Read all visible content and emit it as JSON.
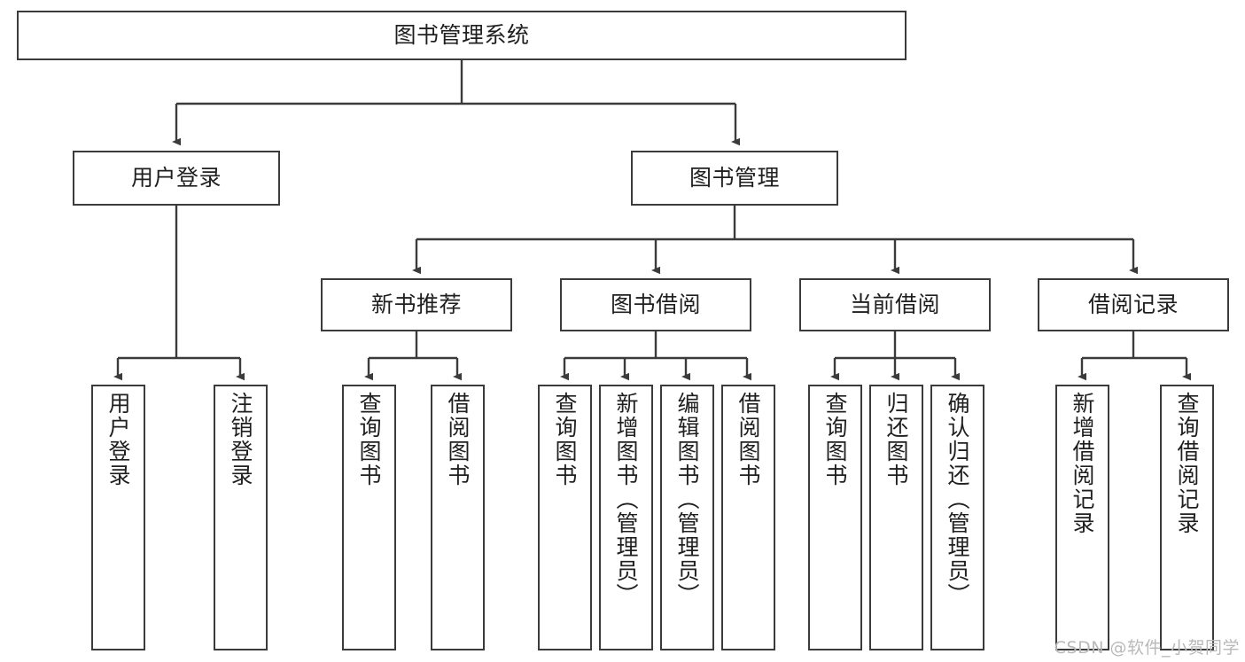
{
  "diagram": {
    "title": "图书管理系统",
    "watermark": "CSDN @软件_小贺同学",
    "root": {
      "label": "图书管理系统"
    },
    "level2": [
      {
        "label": "用户登录"
      },
      {
        "label": "图书管理"
      }
    ],
    "level3": [
      {
        "label": "新书推荐"
      },
      {
        "label": "图书借阅"
      },
      {
        "label": "当前借阅"
      },
      {
        "label": "借阅记录"
      }
    ],
    "leaves": [
      {
        "label": "用户登录"
      },
      {
        "label": "注销登录"
      },
      {
        "label": "查询图书"
      },
      {
        "label": "借阅图书"
      },
      {
        "label": "查询图书"
      },
      {
        "label": "新增图书（管理员）"
      },
      {
        "label": "编辑图书（管理员）"
      },
      {
        "label": "借阅图书"
      },
      {
        "label": "查询图书"
      },
      {
        "label": "归还图书"
      },
      {
        "label": "确认归还（管理员）"
      },
      {
        "label": "新增借阅记录"
      },
      {
        "label": "查询借阅记录"
      }
    ],
    "colors": {
      "stroke": "#3b3b3b",
      "text": "#1f1f1f",
      "background": "#ffffff",
      "watermark": "#b9b9b9"
    }
  }
}
